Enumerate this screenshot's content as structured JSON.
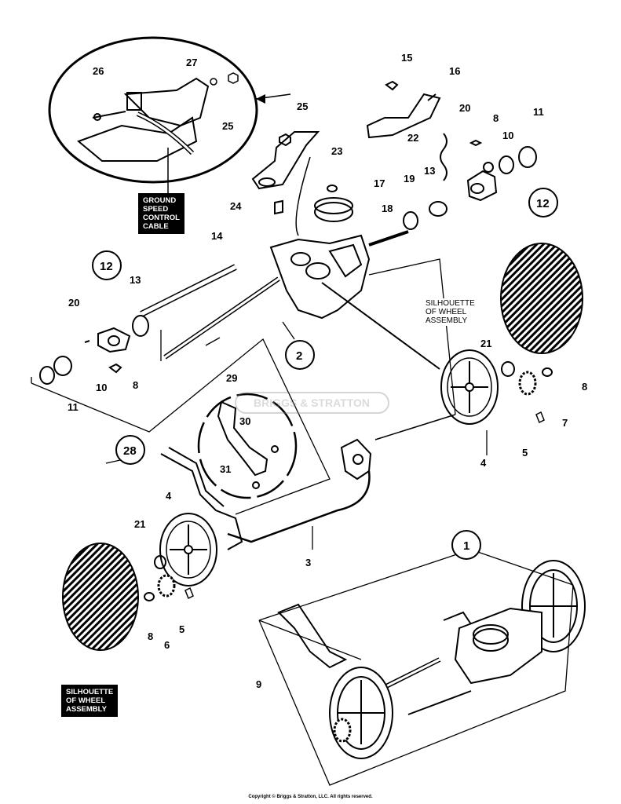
{
  "callouts": {
    "ground_speed_cable": "GROUND\nSPEED\nCONTROL\nCABLE",
    "wheel_silhouette_right": "SILHOUETTE\nOF WHEEL\nASSEMBLY",
    "wheel_silhouette_left": "SILHOUETTE\nOF WHEEL\nASSEMBLY"
  },
  "watermark": "BRIGGS & STRATTON",
  "copyright": "Copyright © Briggs & Stratton, LLC. All rights reserved.",
  "part_numbers": {
    "n26": "26",
    "n27": "27",
    "n25a": "25",
    "n25b": "25",
    "n15": "15",
    "n16": "16",
    "n23": "23",
    "n20a": "20",
    "n8a": "8",
    "n10a": "10",
    "n11a": "11",
    "n22": "22",
    "n17": "17",
    "n19": "19",
    "n13a": "13",
    "n12a": "12",
    "n24": "24",
    "n18": "18",
    "n14": "14",
    "n12b": "12",
    "n13b": "13",
    "n20b": "20",
    "n2": "2",
    "n10b": "10",
    "n8b": "8",
    "n11b": "11",
    "n21a": "21",
    "n8c": "8",
    "n7": "7",
    "n29": "29",
    "n30": "30",
    "n28": "28",
    "n31": "31",
    "n5a": "5",
    "n4a": "4",
    "n4b": "4",
    "n3": "3",
    "n21b": "21",
    "n1": "1",
    "n8d": "8",
    "n6": "6",
    "n5b": "5",
    "n9": "9"
  }
}
